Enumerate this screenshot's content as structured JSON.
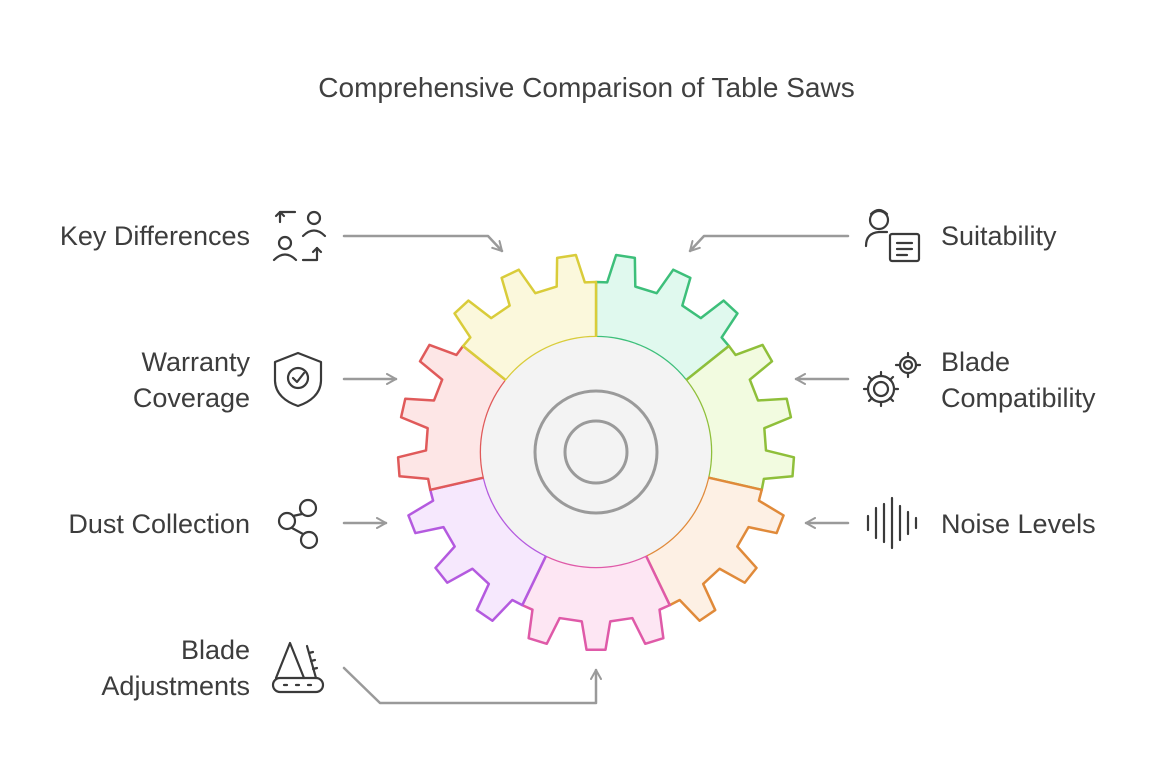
{
  "title": "Comprehensive Comparison of Table Saws",
  "items": {
    "key_differences": {
      "lines": [
        "Key Differences"
      ],
      "icon": "swap-users-icon",
      "color": "#3dbf7a",
      "fill": "#e0f9ee"
    },
    "suitability": {
      "lines": [
        "Suitability"
      ],
      "icon": "user-document-icon",
      "color": "#8fbf3a",
      "fill": "#f2fbe0"
    },
    "warranty_coverage": {
      "lines": [
        "Warranty",
        "Coverage"
      ],
      "icon": "shield-check-icon",
      "color": "#d9cc3a",
      "fill": "#fbf8dc"
    },
    "blade_compatibility": {
      "lines": [
        "Blade",
        "Compatibility"
      ],
      "icon": "gears-icon",
      "color": "#e08a3a",
      "fill": "#fdf0e4"
    },
    "dust_collection": {
      "lines": [
        "Dust Collection"
      ],
      "icon": "connected-circles-icon",
      "color": "#e05a5a",
      "fill": "#fde6e6"
    },
    "noise_levels": {
      "lines": [
        "Noise Levels"
      ],
      "icon": "sound-wave-icon",
      "color": "#df5aa8",
      "fill": "#fde6f3"
    },
    "blade_adjustments": {
      "lines": [
        "Blade",
        "Adjustments"
      ],
      "icon": "saw-ruler-icon",
      "color": "#b45adf",
      "fill": "#f6e8fd"
    }
  }
}
